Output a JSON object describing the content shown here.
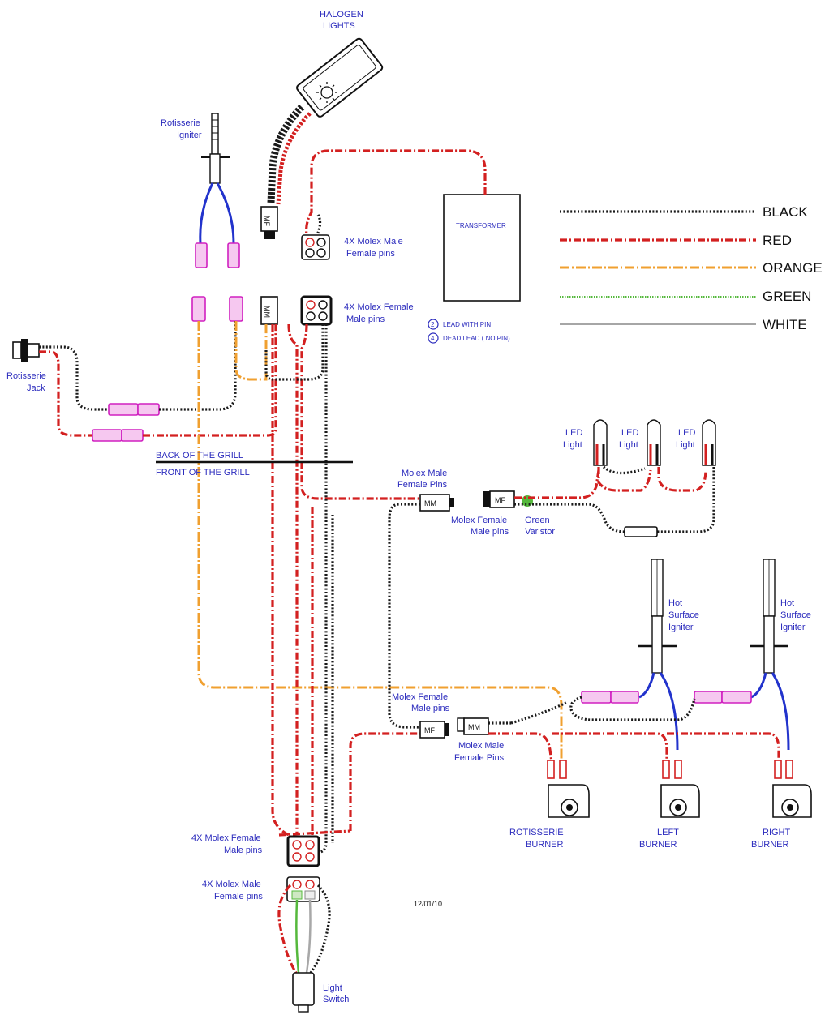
{
  "labels": {
    "halogen_lights": [
      "HALOGEN",
      "LIGHTS"
    ],
    "transformer": "TRANSFORMER",
    "rotisserie_igniter": [
      "Rotisserie",
      "Igniter"
    ],
    "molex_male_female_top": [
      "4X Molex Male",
      "Female pins"
    ],
    "molex_female_male_top": [
      "4X Molex Female",
      "Male pins"
    ],
    "rotisserie_jack": [
      "Rotisserie",
      "Jack"
    ],
    "lead_with_pin_num": "2",
    "lead_with_pin": "LEAD WITH PIN",
    "dead_lead_num": "4",
    "dead_lead": "DEAD LEAD   ( NO PIN)",
    "back_of_grill": "BACK OF THE GRILL",
    "front_of_grill": "FRONT OF THE GRILL",
    "molex_male_female_pins_mid": [
      "Molex Male",
      "Female Pins"
    ],
    "molex_female_male_pins_mid": [
      "Molex Female",
      "Male pins"
    ],
    "green_varistor": [
      "Green",
      "Varistor"
    ],
    "led_light_1": [
      "LED",
      "Light"
    ],
    "led_light_2": [
      "LED",
      "Light"
    ],
    "led_light_3": [
      "LED",
      "Light"
    ],
    "hot_surface_igniter_1": [
      "Hot",
      "Surface",
      "Igniter"
    ],
    "hot_surface_igniter_2": [
      "Hot",
      "Surface",
      "Igniter"
    ],
    "molex_female_male_pins_low": [
      "Molex Female",
      "Male pins"
    ],
    "molex_male_female_pins_low": [
      "Molex Male",
      "Female Pins"
    ],
    "rotisserie_burner": [
      "ROTISSERIE",
      "BURNER"
    ],
    "left_burner": [
      "LEFT",
      "BURNER"
    ],
    "right_burner": [
      "RIGHT",
      "BURNER"
    ],
    "molex_female_male_bottom": [
      "4X Molex Female",
      "Male pins"
    ],
    "molex_male_female_bottom": [
      "4X Molex Male",
      "Female pins"
    ],
    "light_switch": [
      "Light",
      "Switch"
    ],
    "date": "12/01/10",
    "mf_tag": "MF",
    "mm_tag": "MM"
  },
  "legend": [
    {
      "name": "BLACK",
      "color": "#1a1a1a"
    },
    {
      "name": "RED",
      "color": "#d32020"
    },
    {
      "name": "ORANGE",
      "color": "#f0a030"
    },
    {
      "name": "GREEN",
      "color": "#55b83c"
    },
    {
      "name": "WHITE",
      "color": "#a8a8a8"
    }
  ]
}
